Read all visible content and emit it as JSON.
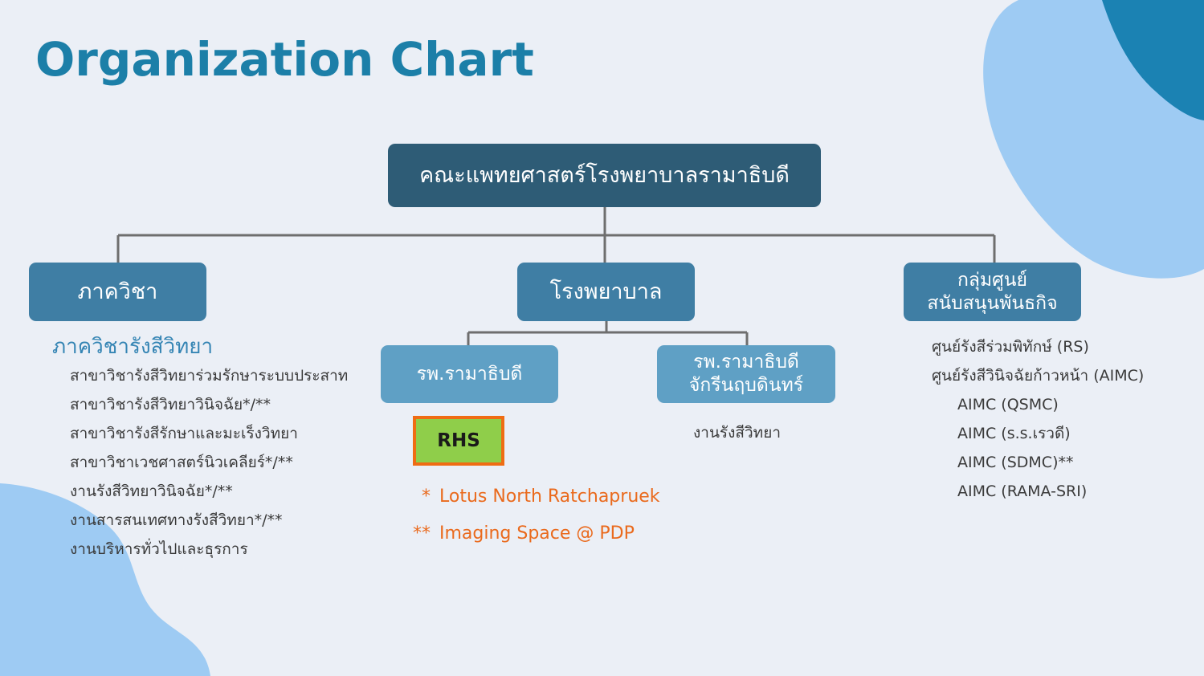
{
  "title": "Organization Chart",
  "colors": {
    "background": "#ebeff6",
    "title": "#1c7fa8",
    "top_box": "#2e5c76",
    "level2_box": "#3f7ea4",
    "level3_box": "#5fa0c5",
    "rhs_fill": "#8fce4a",
    "rhs_border": "#ef6c13",
    "note_text": "#ea6a1d",
    "blob_light": "#9ecbf3",
    "blob_dark": "#1b82b3"
  },
  "top": {
    "label": "คณะแพทยศาสตร์โรงพยาบาลรามาธิบดี"
  },
  "academic": {
    "label": "ภาควิชา",
    "subhead": "ภาควิชารังสีวิทยา",
    "items": [
      "สาขาวิชารังสีวิทยาร่วมรักษาระบบประสาท",
      "สาขาวิชารังสีวิทยาวินิจฉัย*/**",
      "สาขาวิชารังสีรักษาและมะเร็งวิทยา",
      "สาขาวิชาเวชศาสตร์นิวเคลียร์*/**",
      "งานรังสีวิทยาวินิจฉัย*/**",
      "งานสารสนเทศทางรังสีวิทยา*/**",
      "งานบริหารทั่วไปและธุรการ"
    ]
  },
  "hospital": {
    "label": "โรงพยาบาล",
    "ramathibodi": {
      "label": "รพ.รามาธิบดี",
      "rhs": "RHS"
    },
    "chakri": {
      "label_line1": "รพ.รามาธิบดี",
      "label_line2": "จักรีนฤบดินทร์",
      "item": "งานรังสีวิทยา"
    }
  },
  "support": {
    "label_line1": "กลุ่มศูนย์",
    "label_line2": "สนับสนุนพันธกิจ",
    "items": [
      "ศูนย์รังสีร่วมพิทักษ์ (RS)",
      "ศูนย์รังสีวินิจฉัยก้าวหน้า (AIMC)",
      "AIMC (QSMC)",
      "AIMC (s.s.เรวดี)",
      "AIMC (SDMC)**",
      "AIMC (RAMA-SRI)"
    ]
  },
  "notes": [
    {
      "mark": "*",
      "text": "Lotus North Ratchapruek"
    },
    {
      "mark": "**",
      "text": "Imaging Space @ PDP"
    }
  ]
}
